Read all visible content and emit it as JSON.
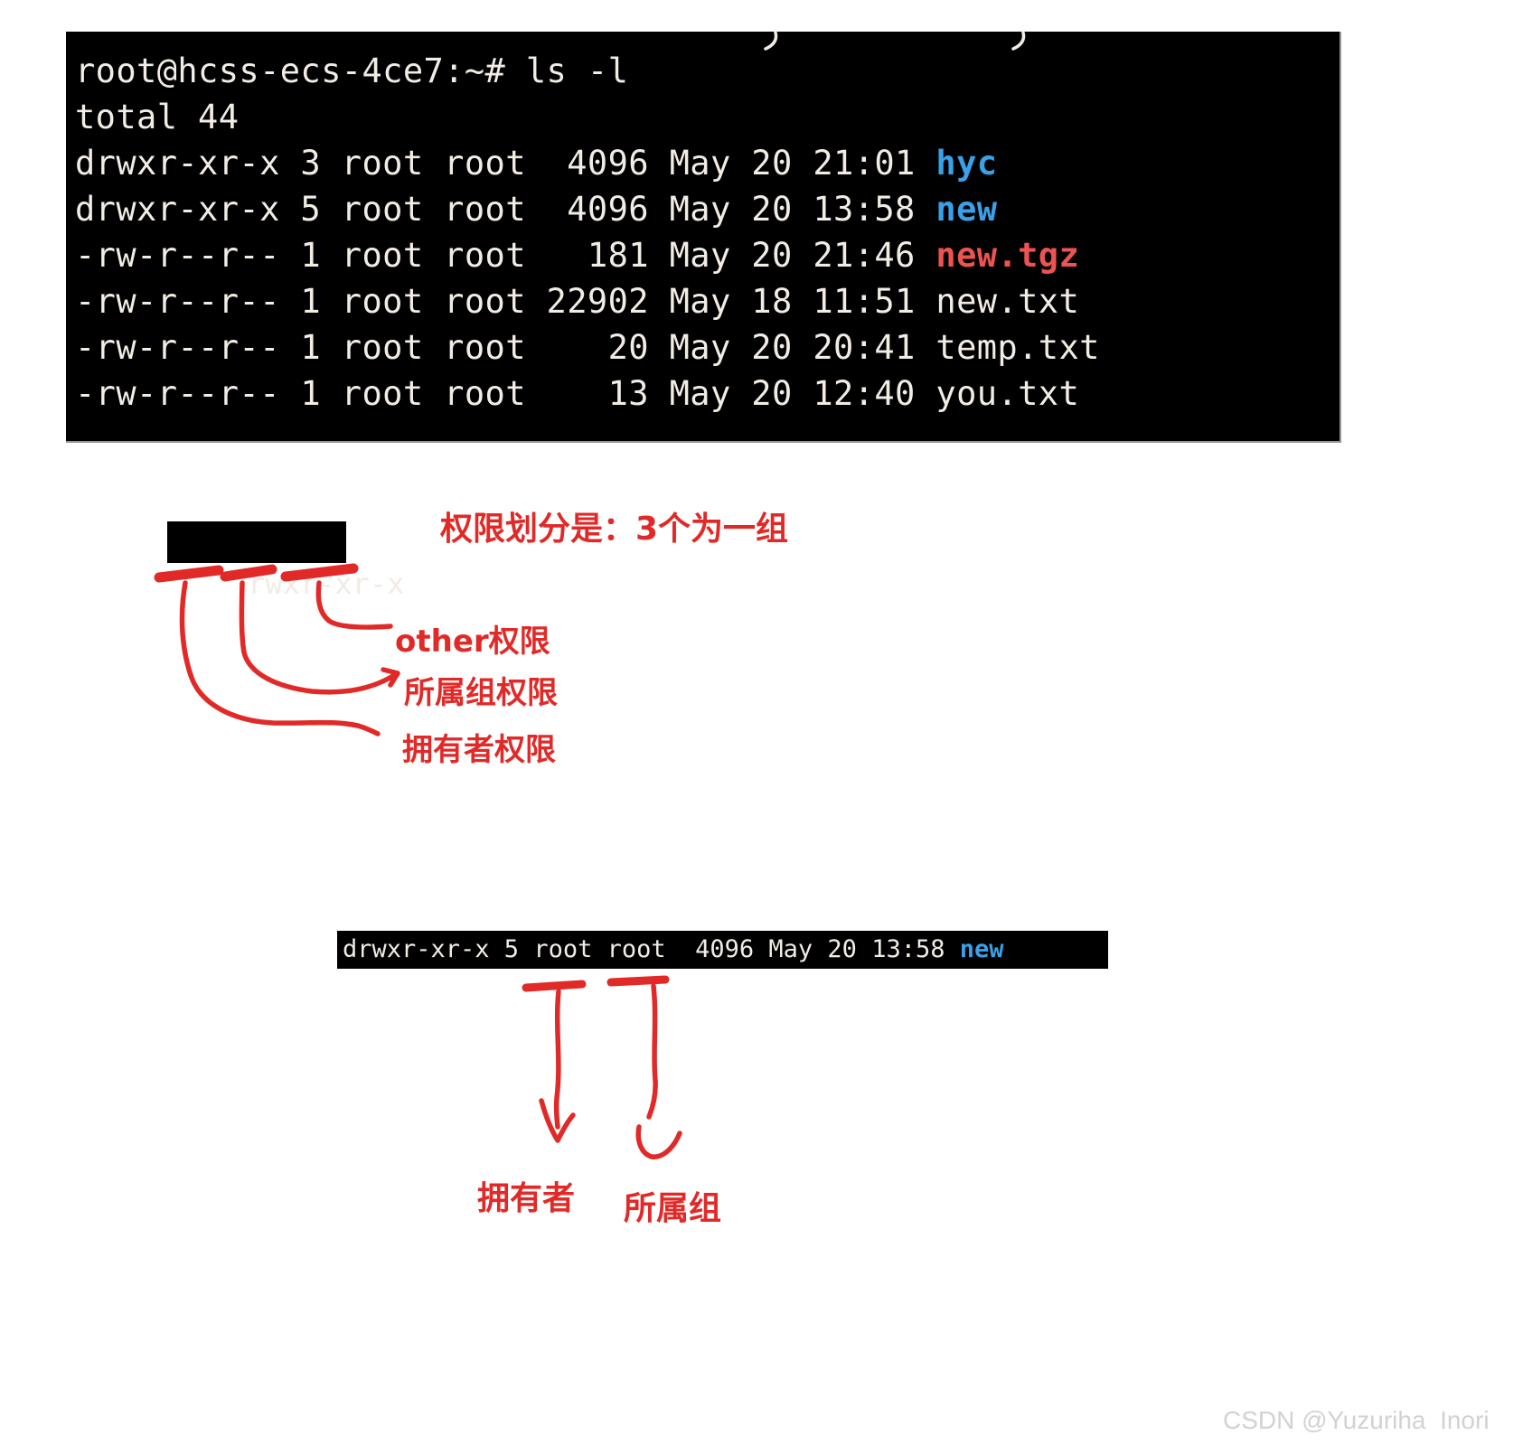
{
  "colors": {
    "terminal_bg": "#000000",
    "terminal_fg": "#f1ece4",
    "dir_blue": "#3aa0e8",
    "archive_red": "#ee5352",
    "annotation_red": "#e12a28",
    "watermark_gray": "#d2d2d2"
  },
  "terminal": {
    "lines": [
      [
        {
          "t": "root@hcss-ecs-4ce7:~# ls -l",
          "c": "fg"
        }
      ],
      [
        {
          "t": "total 44",
          "c": "fg"
        }
      ],
      [
        {
          "t": "drwxr-xr-x 3 root root  4096 May 20 21:01 ",
          "c": "fg"
        },
        {
          "t": "hyc",
          "c": "dir"
        }
      ],
      [
        {
          "t": "drwxr-xr-x 5 root root  4096 May 20 13:58 ",
          "c": "fg"
        },
        {
          "t": "new",
          "c": "dir"
        }
      ],
      [
        {
          "t": "-rw-r--r-- 1 root root   181 May 20 21:46 ",
          "c": "fg"
        },
        {
          "t": "new.tgz",
          "c": "arc"
        }
      ],
      [
        {
          "t": "-rw-r--r-- 1 root root 22902 May 18 11:51 ",
          "c": "fg"
        },
        {
          "t": "new.txt",
          "c": "fg"
        }
      ],
      [
        {
          "t": "-rw-r--r-- 1 root root    20 May 20 20:41 ",
          "c": "fg"
        },
        {
          "t": "temp.txt",
          "c": "fg"
        }
      ],
      [
        {
          "t": "-rw-r--r-- 1 root root    13 May 20 12:40 ",
          "c": "fg"
        },
        {
          "t": "you.txt",
          "c": "fg"
        }
      ]
    ]
  },
  "perm_box": {
    "text": "rwxr-xr-x"
  },
  "annotations": {
    "title": "权限划分是：3个为一组",
    "other_label": "other权限",
    "group_label": "所属组权限",
    "owner_label": "拥有者权限"
  },
  "strip": {
    "pre": "drwxr-xr-x 5 root root  4096 May 20 13:58 ",
    "name": "new"
  },
  "strip_annotations": {
    "owner_label": "拥有者",
    "group_label": "所属组"
  },
  "watermark": "CSDN @Yuzuriha  Inori"
}
